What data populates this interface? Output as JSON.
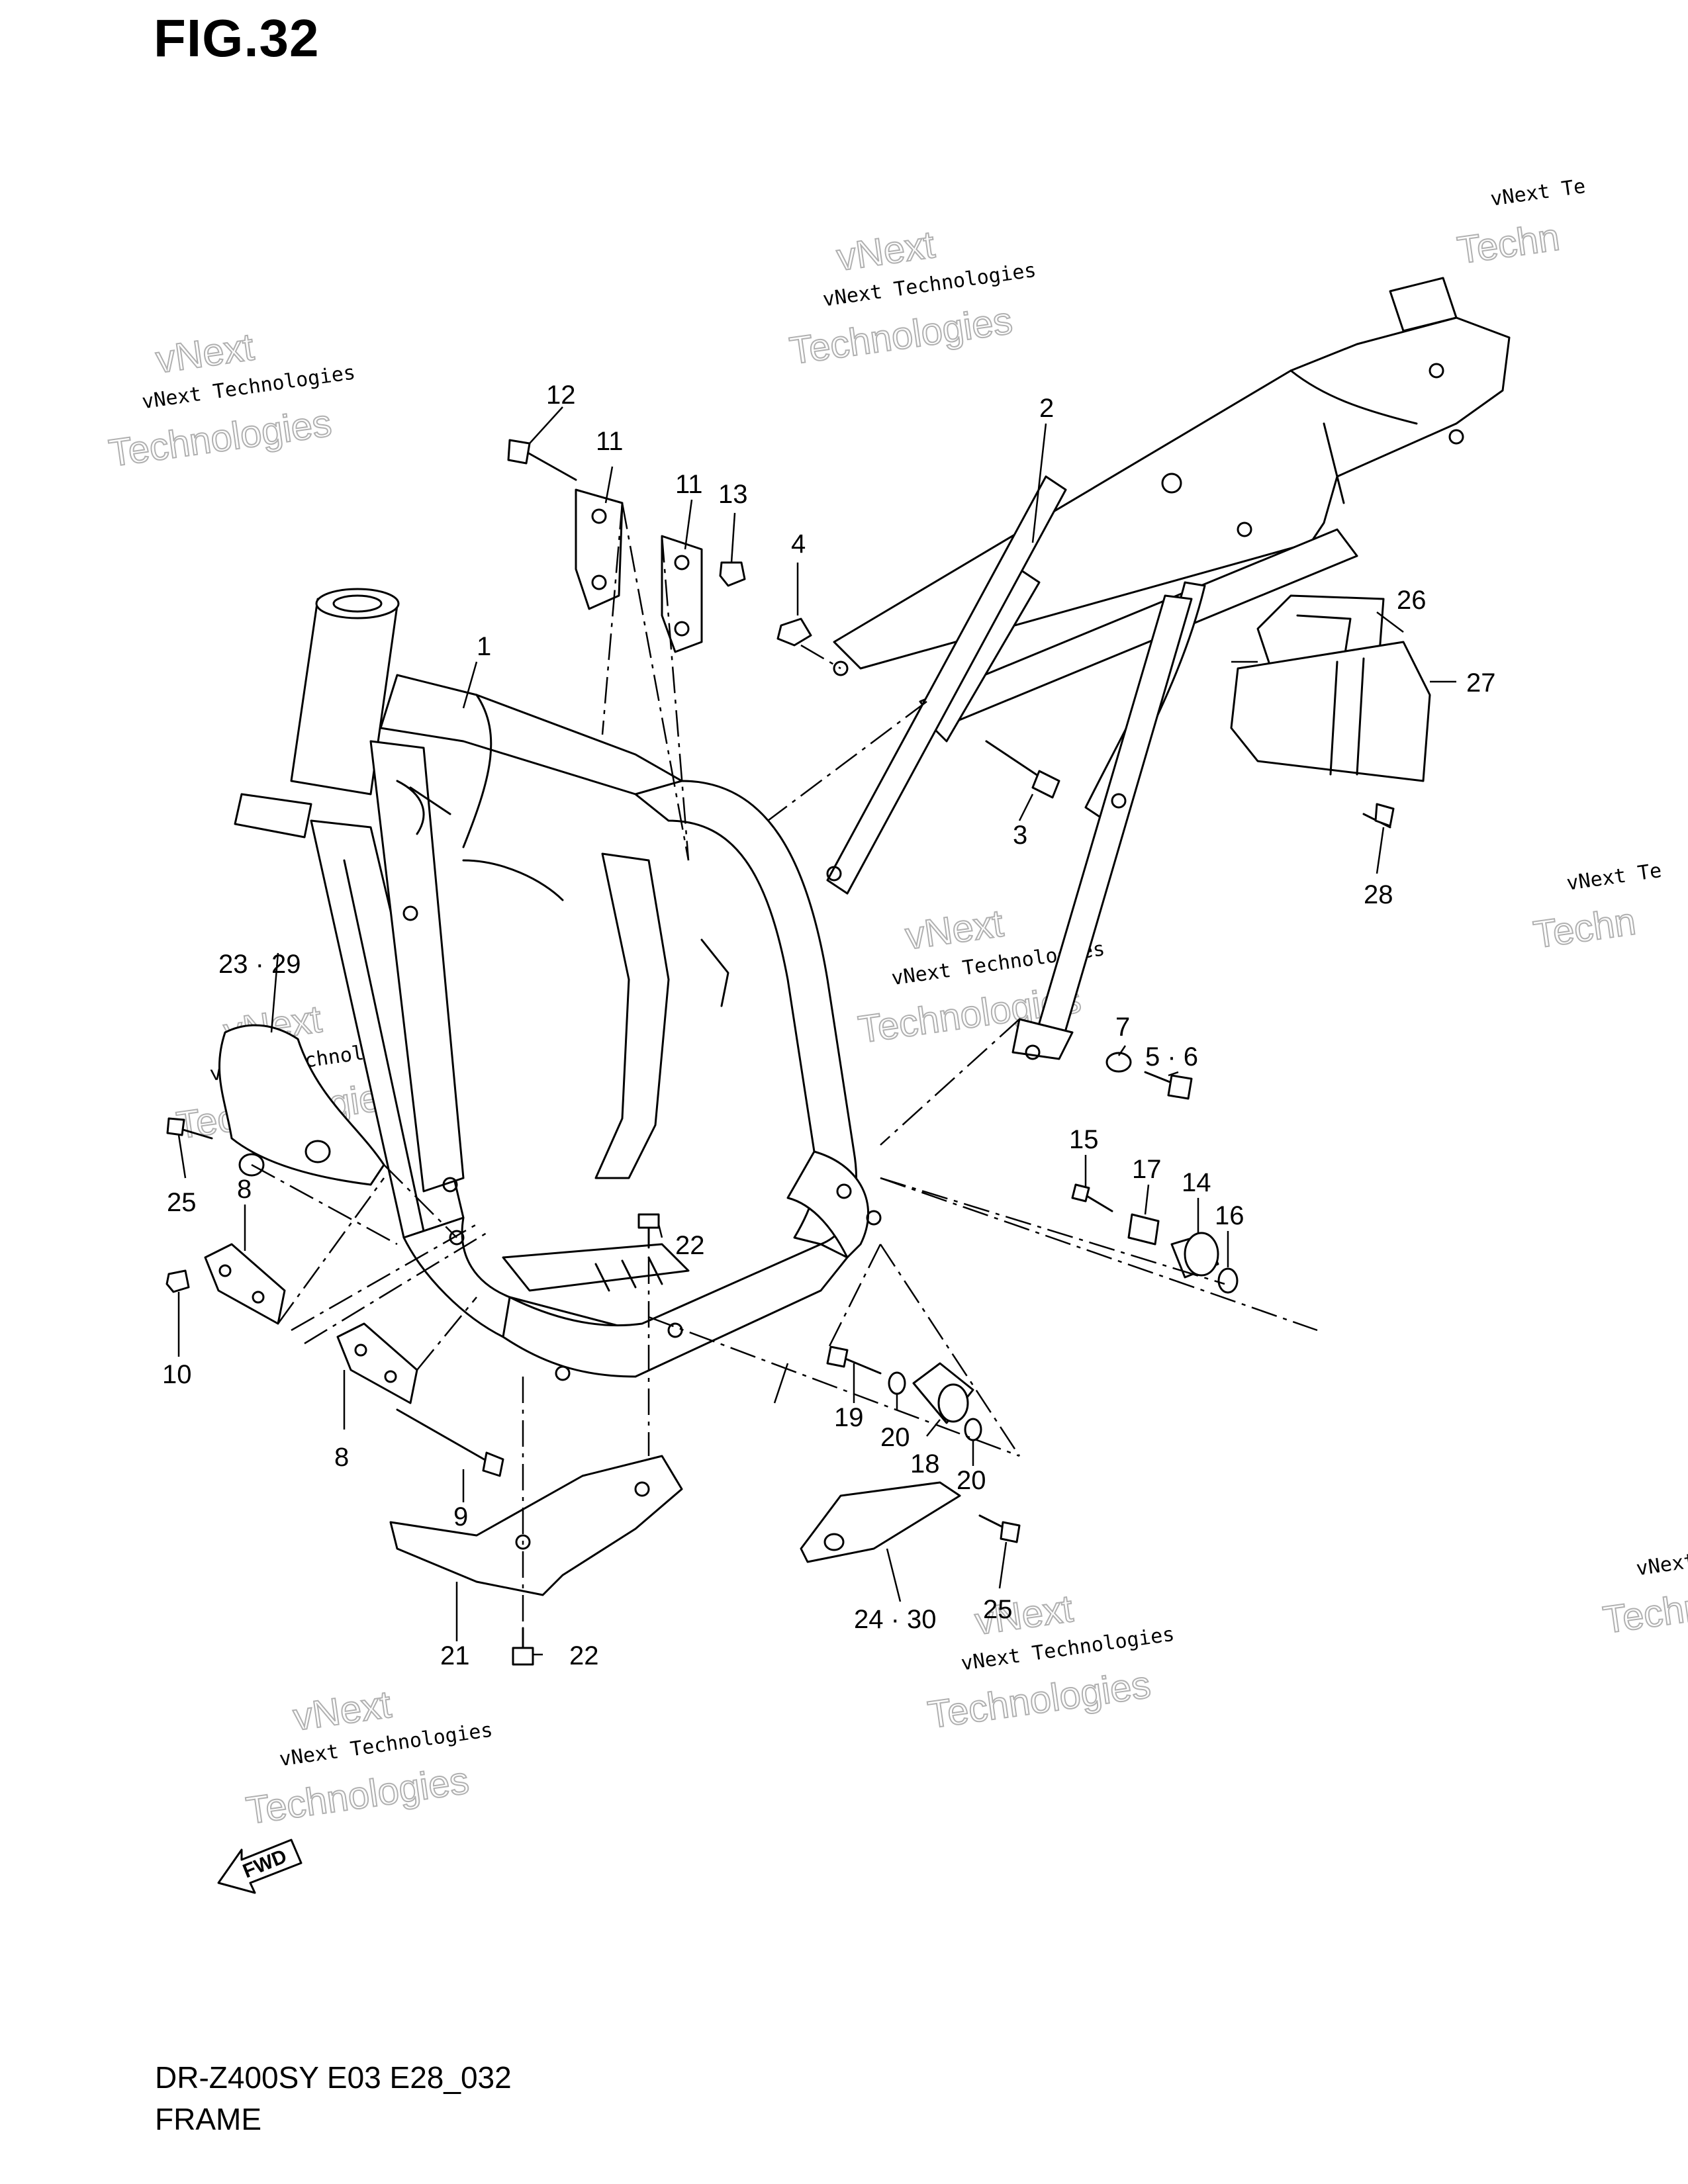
{
  "figure": {
    "title": "FIG.32",
    "model_code": "DR-Z400SY E03 E28_032",
    "name": "FRAME"
  },
  "watermark": {
    "line1": "vNext Technologies",
    "big_top": "vNext",
    "big_bottom": "Technologies",
    "partial_line1": "vNext Te",
    "partial_big": "Techn"
  },
  "direction_indicator": {
    "label": "FWD",
    "icon": "fwd-arrow-icon"
  },
  "callouts": [
    {
      "id": "1",
      "label": "1"
    },
    {
      "id": "2",
      "label": "2"
    },
    {
      "id": "3",
      "label": "3"
    },
    {
      "id": "4",
      "label": "4"
    },
    {
      "id": "5-6",
      "label": "5 · 6"
    },
    {
      "id": "7",
      "label": "7"
    },
    {
      "id": "8a",
      "label": "8"
    },
    {
      "id": "8b",
      "label": "8"
    },
    {
      "id": "9",
      "label": "9"
    },
    {
      "id": "10",
      "label": "10"
    },
    {
      "id": "11a",
      "label": "11"
    },
    {
      "id": "11b",
      "label": "11"
    },
    {
      "id": "12",
      "label": "12"
    },
    {
      "id": "13",
      "label": "13"
    },
    {
      "id": "14",
      "label": "14"
    },
    {
      "id": "15",
      "label": "15"
    },
    {
      "id": "16",
      "label": "16"
    },
    {
      "id": "17",
      "label": "17"
    },
    {
      "id": "18",
      "label": "18"
    },
    {
      "id": "19",
      "label": "19"
    },
    {
      "id": "20a",
      "label": "20"
    },
    {
      "id": "20b",
      "label": "20"
    },
    {
      "id": "21",
      "label": "21"
    },
    {
      "id": "22a",
      "label": "22"
    },
    {
      "id": "22b",
      "label": "22"
    },
    {
      "id": "23-29",
      "label": "23 · 29"
    },
    {
      "id": "24-30",
      "label": "24 · 30"
    },
    {
      "id": "25a",
      "label": "25"
    },
    {
      "id": "25b",
      "label": "25"
    },
    {
      "id": "26",
      "label": "26"
    },
    {
      "id": "27",
      "label": "27"
    },
    {
      "id": "28",
      "label": "28"
    }
  ]
}
